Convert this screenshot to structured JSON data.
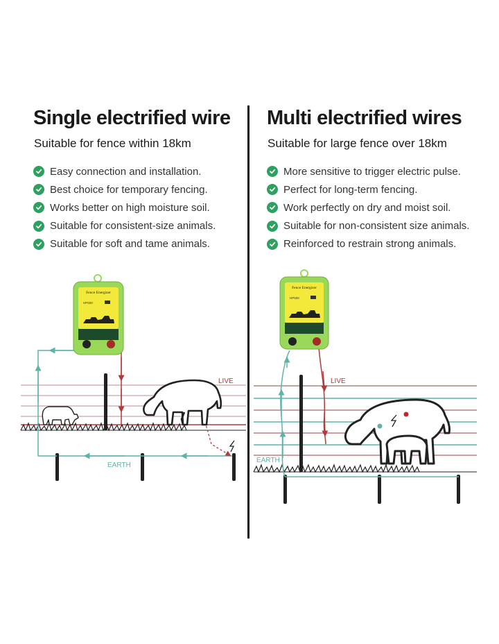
{
  "left": {
    "title": "Single electrified wire",
    "subtitle": "Suitable for fence within 18km",
    "features": [
      "Easy connection and installation.",
      "Best choice for temporary fencing.",
      "Works better on high moisture soil.",
      "Suitable for consistent-size animals.",
      "Suitable for soft and tame animals."
    ],
    "live_label": "LIVE",
    "earth_label": "EARTH"
  },
  "right": {
    "title": "Multi electrified wires",
    "subtitle": "Suitable for large fence over 18km",
    "features": [
      "More sensitive to trigger electric pulse.",
      "Perfect for long-term fencing.",
      "Work perfectly on dry and moist soil.",
      "Suitable for non-consistent size animals.",
      "Reinforced to restrain strong animals."
    ],
    "live_label": "LIVE",
    "earth_label": "EARTH"
  },
  "device": {
    "brand": "Fence Energizer",
    "model": "HP500"
  },
  "colors": {
    "check": "#2ea05f",
    "live_wire": "#b23a3a",
    "earth_wire": "#5fb3a6",
    "device_body": "#9ad85a",
    "device_panel": "#f2e93a",
    "divider": "#111111"
  }
}
